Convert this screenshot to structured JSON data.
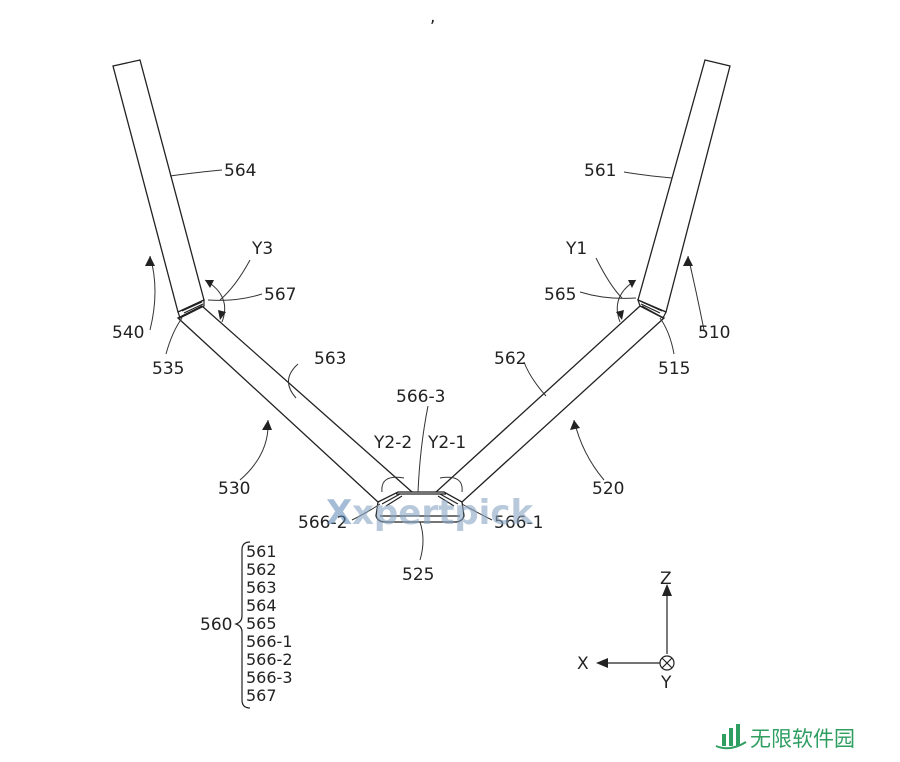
{
  "top_mark": ",",
  "parts": {
    "p510": "510",
    "p515": "515",
    "p520": "520",
    "p525": "525",
    "p530": "530",
    "p535": "535",
    "p540": "540",
    "p561": "561",
    "p562": "562",
    "p563": "563",
    "p564": "564",
    "p565": "565",
    "p567": "567",
    "p566_1": "566-1",
    "p566_2": "566-2",
    "p566_3": "566-3"
  },
  "angles": {
    "y1": "Y1",
    "y2_1": "Y2-1",
    "y2_2": "Y2-2",
    "y3": "Y3"
  },
  "legend": {
    "group": "560",
    "items": [
      "561",
      "562",
      "563",
      "564",
      "565",
      "566-1",
      "566-2",
      "566-3",
      "567"
    ]
  },
  "axes": {
    "z": "Z",
    "x": "X",
    "y": "Y"
  },
  "watermark": {
    "x_mark": "X",
    "text": "xpertpick"
  },
  "logo": {
    "text": "无限软件园",
    "color": "#2f9e61"
  }
}
